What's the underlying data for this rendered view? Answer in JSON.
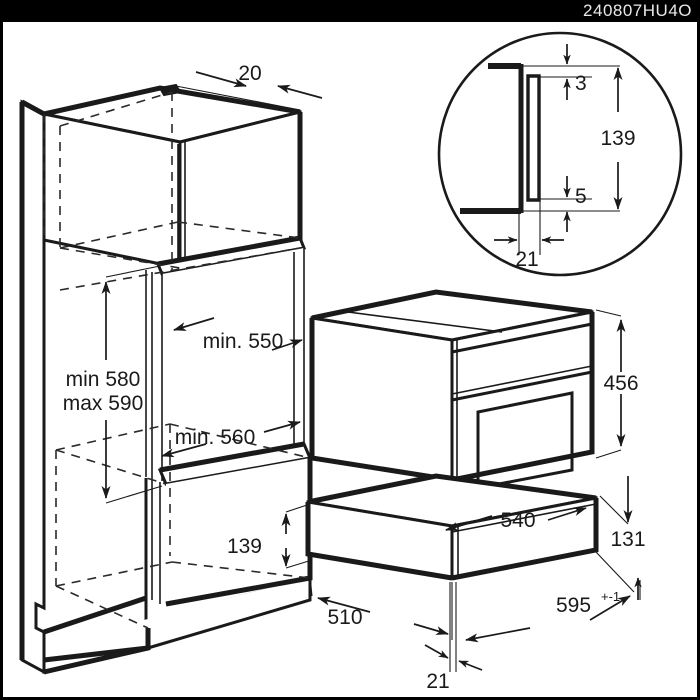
{
  "document": {
    "type": "appliance-installation-drawing",
    "header_code": "240807HU4O",
    "view": "isometric cabinet niche with built-in oven and warming drawer, plus circular section detail"
  },
  "header": {
    "code": "240807HU4O"
  },
  "cabinet": {
    "name": "kitchen-tall-unit-niche",
    "dimensions": {
      "top_gap": "20",
      "niche_height_min": "min 580",
      "niche_height_max": "max 590",
      "niche_depth": "min. 550",
      "niche_width": "min. 560",
      "lower_niche_height": "139"
    }
  },
  "oven": {
    "name": "built-in-compact-oven",
    "dimensions": {
      "height": "456"
    }
  },
  "drawer": {
    "name": "warming-drawer",
    "dimensions": {
      "height": "131",
      "width_top": "540",
      "depth": "510",
      "front_width": "595",
      "front_width_tolerance": "+-1",
      "plinth_offset": "21"
    }
  },
  "detail_circle": {
    "name": "section-detail",
    "dimensions": {
      "top_offset": "3",
      "total_height": "139",
      "bottom_offset": "5",
      "wall_offset": "21"
    }
  },
  "labels": {
    "d_20": "20",
    "d_min580": "min 580",
    "d_max590": "max 590",
    "d_min550": "min. 550",
    "d_min560": "min. 560",
    "d_139_left": "139",
    "d_510": "510",
    "d_540": "540",
    "d_456": "456",
    "d_131": "131",
    "d_595": "595",
    "d_595_tol": "+-1",
    "d_21_bottom": "21",
    "d_3": "3",
    "d_139_detail": "139",
    "d_5": "5",
    "d_21_detail": "21"
  },
  "colors": {
    "ink": "#1a1a1a",
    "paper": "#ffffff",
    "header_bg": "#000000",
    "header_text": "#e8e8e8"
  }
}
